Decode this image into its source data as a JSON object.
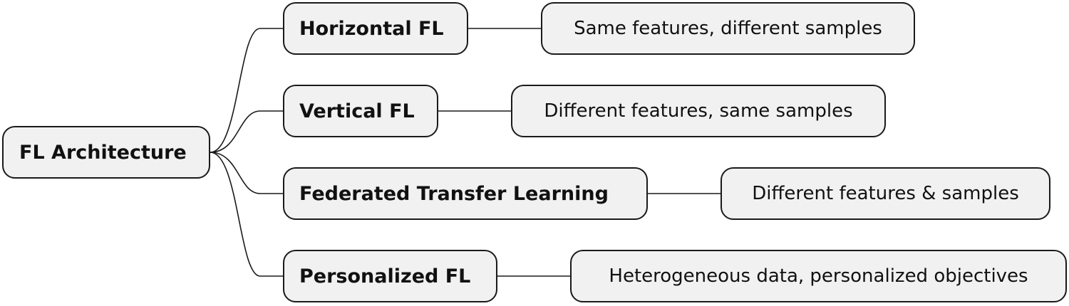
{
  "diagram": {
    "root": {
      "label": "FL Architecture"
    },
    "branches": [
      {
        "label": "Horizontal FL",
        "description": "Same features, different samples"
      },
      {
        "label": "Vertical FL",
        "description": "Different features, same samples"
      },
      {
        "label": "Federated Transfer Learning",
        "description": "Different features & samples"
      },
      {
        "label": "Personalized FL",
        "description": "Heterogeneous data, personalized objectives"
      }
    ]
  },
  "colors": {
    "node_fill": "#f1f1f1",
    "node_border": "#1a1a1a",
    "connector": "#1a1a1a",
    "text": "#111111"
  }
}
